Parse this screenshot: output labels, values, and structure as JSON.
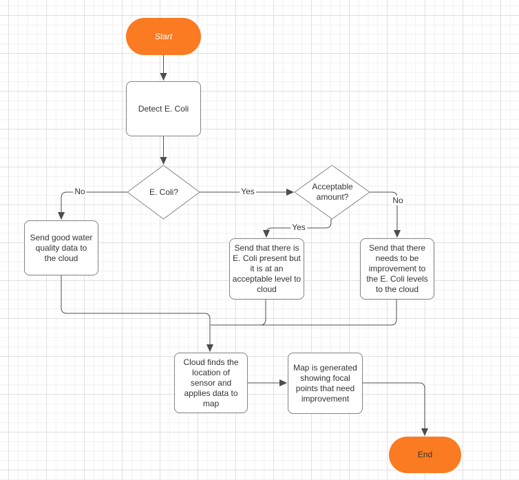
{
  "diagram": {
    "type": "flowchart",
    "nodes": {
      "start": {
        "label": "Start",
        "shape": "terminator"
      },
      "detect": {
        "label": "Detect E. Coli",
        "shape": "process"
      },
      "ecoli_decision": {
        "label": "E. Coli?",
        "shape": "decision"
      },
      "acceptable_decision": {
        "label": "Acceptable amount?",
        "shape": "decision"
      },
      "good_water": {
        "label": "Send good water quality data to the cloud",
        "shape": "process"
      },
      "acceptable_level": {
        "label": "Send that there is E. Coli present but it is at an acceptable level to cloud",
        "shape": "process"
      },
      "needs_improvement": {
        "label": "Send that there needs to be improvement to the E. Coli levels to the cloud",
        "shape": "process"
      },
      "cloud_location": {
        "label": "Cloud finds the location of sensor and applies data to map",
        "shape": "process"
      },
      "map_generated": {
        "label": "Map is generated showing focal points that need improvement",
        "shape": "process"
      },
      "end": {
        "label": "End",
        "shape": "terminator"
      }
    },
    "edge_labels": {
      "ecoli_no": "No",
      "ecoli_yes": "Yes",
      "acceptable_yes": "Yes",
      "acceptable_no": "No"
    },
    "colors": {
      "terminator_fill": "#fa7b22",
      "shape_border": "#828282",
      "connector": "#4d4d4d",
      "text": "#333333",
      "start_text": "#ffffff",
      "grid_minor": "#f0f0f0",
      "grid_major": "#dfdfdf",
      "background": "#ffffff"
    }
  }
}
